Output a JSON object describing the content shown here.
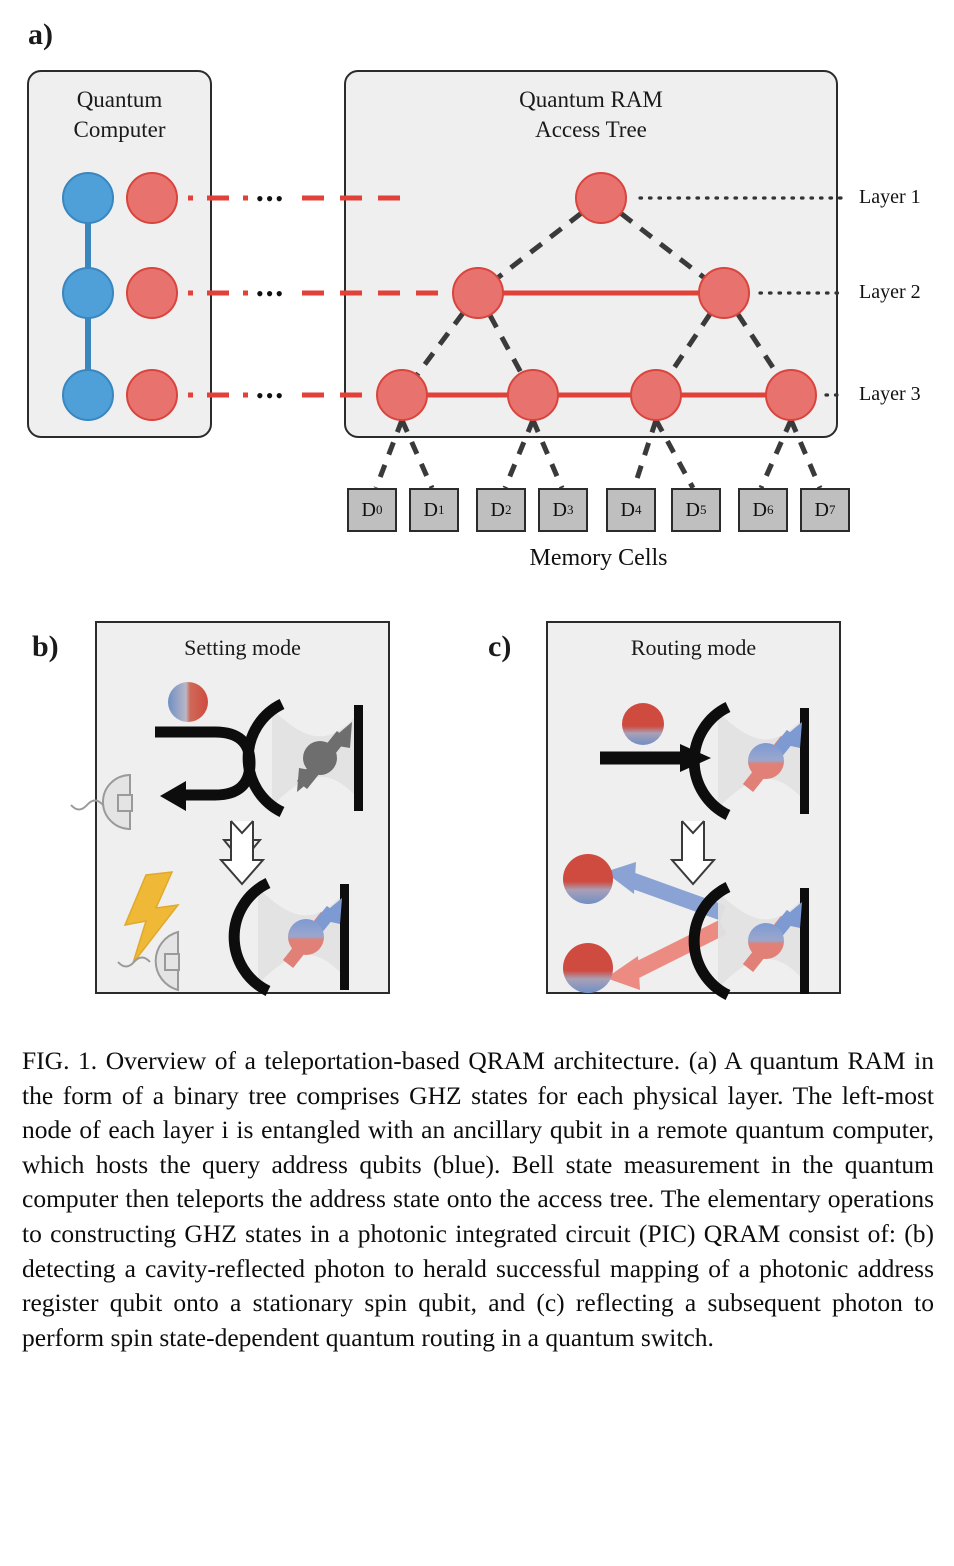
{
  "figure": {
    "panels": [
      {
        "id": "a",
        "letter": "a)"
      },
      {
        "id": "b",
        "letter": "b)"
      },
      {
        "id": "c",
        "letter": "c)"
      }
    ]
  },
  "panel_a": {
    "quantum_computer": {
      "title_line1": "Quantum",
      "title_line2": "Computer",
      "address_qubit_color": "#4f9fd8",
      "ancilla_qubit_color": "#e8736e",
      "address_qubits": [
        "address-qubit-1",
        "address-qubit-2",
        "address-qubit-3"
      ],
      "ancilla_qubits": [
        "ancilla-qubit-1",
        "ancilla-qubit-2",
        "ancilla-qubit-3"
      ]
    },
    "access_tree": {
      "title_line1": "Quantum RAM",
      "title_line2": "Access Tree",
      "node_color": "#e8736e",
      "node_border_color": "#d9443d",
      "ghz_link_color": "#e2413a",
      "tree_edge_color": "#3a3a3a",
      "layers": [
        {
          "label": "Layer 1",
          "node_count": 1
        },
        {
          "label": "Layer 2",
          "node_count": 2
        },
        {
          "label": "Layer 3",
          "node_count": 4
        }
      ]
    },
    "memory": {
      "label": "Memory Cells",
      "cells": [
        {
          "base": "D",
          "index": "0"
        },
        {
          "base": "D",
          "index": "1"
        },
        {
          "base": "D",
          "index": "2"
        },
        {
          "base": "D",
          "index": "3"
        },
        {
          "base": "D",
          "index": "4"
        },
        {
          "base": "D",
          "index": "5"
        },
        {
          "base": "D",
          "index": "6"
        },
        {
          "base": "D",
          "index": "7"
        }
      ],
      "cell_color": "#bfbfbf"
    },
    "ellipsis": "•••"
  },
  "panel_b": {
    "title": "Setting mode",
    "icons": {
      "photon": "photon-sphere-icon",
      "detector": "photon-detector-icon",
      "cavity": "optical-cavity-icon",
      "mirror": "mirror-icon",
      "spin": "spin-arrow-icon",
      "flash": "detection-flash-icon",
      "down_arrow": "evolution-arrow-icon",
      "reflect_arrow": "reflected-photon-path-icon"
    },
    "colors": {
      "photon_blue": "#6f8fc4",
      "photon_red": "#cf4a3f",
      "spin_gray": "#6e6e6e",
      "spin_blue": "#7e9ad2",
      "spin_red": "#e08076",
      "flash_yellow": "#efb937"
    }
  },
  "panel_c": {
    "title": "Routing mode",
    "icons": {
      "photon": "photon-sphere-icon",
      "cavity": "optical-cavity-icon",
      "mirror": "mirror-icon",
      "spin": "spin-arrow-icon",
      "input_arrow": "incoming-photon-arrow-icon",
      "down_arrow": "evolution-arrow-icon",
      "out_arrow_blue": "routed-photon-arrow-blue-icon",
      "out_arrow_red": "routed-photon-arrow-red-icon"
    },
    "colors": {
      "photon_top_red": "#cf4a3f",
      "photon_bottom_blue": "#6f8fc4",
      "arrow_blue": "#8aa3d4",
      "arrow_red": "#eb8b82"
    }
  },
  "caption": {
    "text": "FIG. 1.  Overview of a teleportation-based QRAM architecture.  (a) A quantum RAM in the form of a binary tree comprises GHZ states for each physical layer. The left-most node of each layer i is entangled with an ancillary qubit in a remote quantum computer, which hosts the query address qubits (blue). Bell state measurement in the quantum computer then teleports the address state onto the access tree. The elementary operations to constructing GHZ states in a photonic integrated circuit (PIC) QRAM consist of: (b) detecting a cavity-reflected photon to herald successful mapping of a photonic address register qubit onto a stationary spin qubit, and (c) reflecting a subsequent photon to perform spin state-dependent quantum routing in a quantum switch."
  }
}
